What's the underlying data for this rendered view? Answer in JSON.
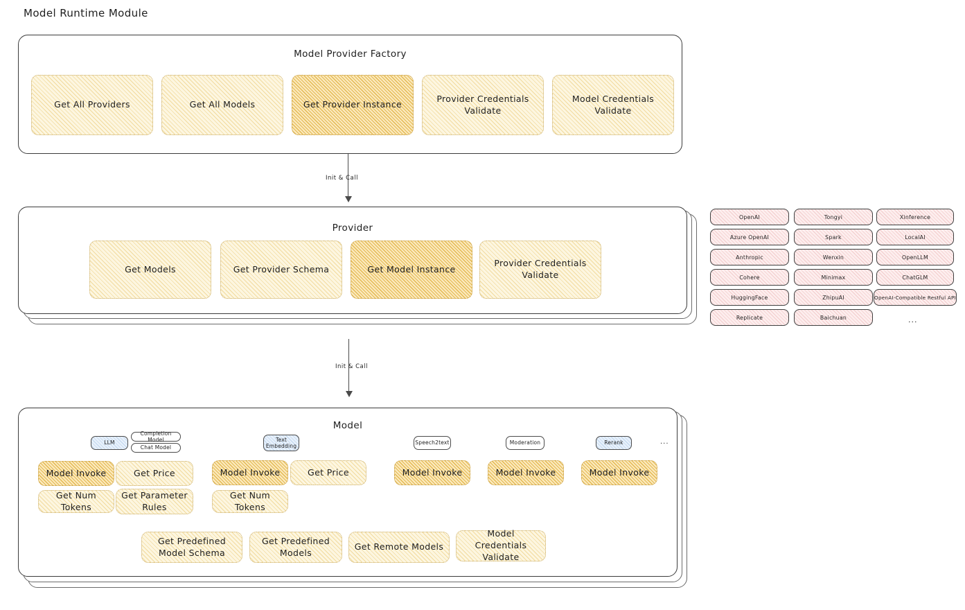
{
  "page": {
    "title": "Model Runtime Module"
  },
  "factory": {
    "title": "Model Provider Factory",
    "boxes": [
      {
        "label": "Get All Providers",
        "highlight": false
      },
      {
        "label": "Get All Models",
        "highlight": false
      },
      {
        "label": "Get Provider Instance",
        "highlight": true
      },
      {
        "label": "Provider Credentials Validate",
        "highlight": false
      },
      {
        "label": "Model Credentials Validate",
        "highlight": false
      }
    ]
  },
  "arrows": [
    {
      "label": "Init & Call"
    },
    {
      "label": "Init & Call"
    }
  ],
  "provider": {
    "title": "Provider",
    "boxes": [
      {
        "label": "Get Models",
        "highlight": false
      },
      {
        "label": "Get Provider Schema",
        "highlight": false
      },
      {
        "label": "Get Model Instance",
        "highlight": true
      },
      {
        "label": "Provider Credentials Validate",
        "highlight": false
      }
    ]
  },
  "provider_list": {
    "column1": [
      "OpenAI",
      "Azure OpenAI",
      "Anthropic",
      "Cohere",
      "HuggingFace",
      "Replicate"
    ],
    "column2": [
      "Tongyi",
      "Spark",
      "Wenxin",
      "Minimax",
      "ZhipuAI",
      "Baichuan"
    ],
    "column3": [
      "Xinference",
      "LocalAI",
      "OpenLLM",
      "ChatGLM",
      "OpenAI-Compatible Restful API"
    ],
    "more": "..."
  },
  "model": {
    "title": "Model",
    "more": "...",
    "groups": [
      {
        "tag": "LLM",
        "subtags": [
          "Completion Model",
          "Chat Model"
        ],
        "boxes": [
          {
            "label": "Model Invoke",
            "highlight": true
          },
          {
            "label": "Get Price",
            "highlight": false
          },
          {
            "label": "Get Num Tokens",
            "highlight": false
          },
          {
            "label": "Get Parameter Rules",
            "highlight": false
          }
        ]
      },
      {
        "tag": "Text Embedding",
        "subtags": [],
        "boxes": [
          {
            "label": "Model Invoke",
            "highlight": true
          },
          {
            "label": "Get Price",
            "highlight": false
          },
          {
            "label": "Get Num Tokens",
            "highlight": false
          }
        ]
      },
      {
        "tag": "Speech2text",
        "subtags": [],
        "boxes": [
          {
            "label": "Model Invoke",
            "highlight": true
          }
        ]
      },
      {
        "tag": "Moderation",
        "subtags": [],
        "boxes": [
          {
            "label": "Model Invoke",
            "highlight": true
          }
        ]
      },
      {
        "tag": "Rerank",
        "subtags": [],
        "boxes": [
          {
            "label": "Model Invoke",
            "highlight": true
          }
        ]
      }
    ],
    "bottom_boxes": [
      {
        "label": "Get Predefined Model Schema"
      },
      {
        "label": "Get Predefined Models"
      },
      {
        "label": "Get Remote Models"
      },
      {
        "label": "Model Credentials Validate"
      }
    ]
  },
  "colors": {
    "highlight_fill": "#fbe9bd",
    "light_fill": "#fdf6e0",
    "provider_chip_fill": "#fdeeee",
    "tag_fill": "#e8f1fb",
    "stroke": "#3b3b3b"
  }
}
